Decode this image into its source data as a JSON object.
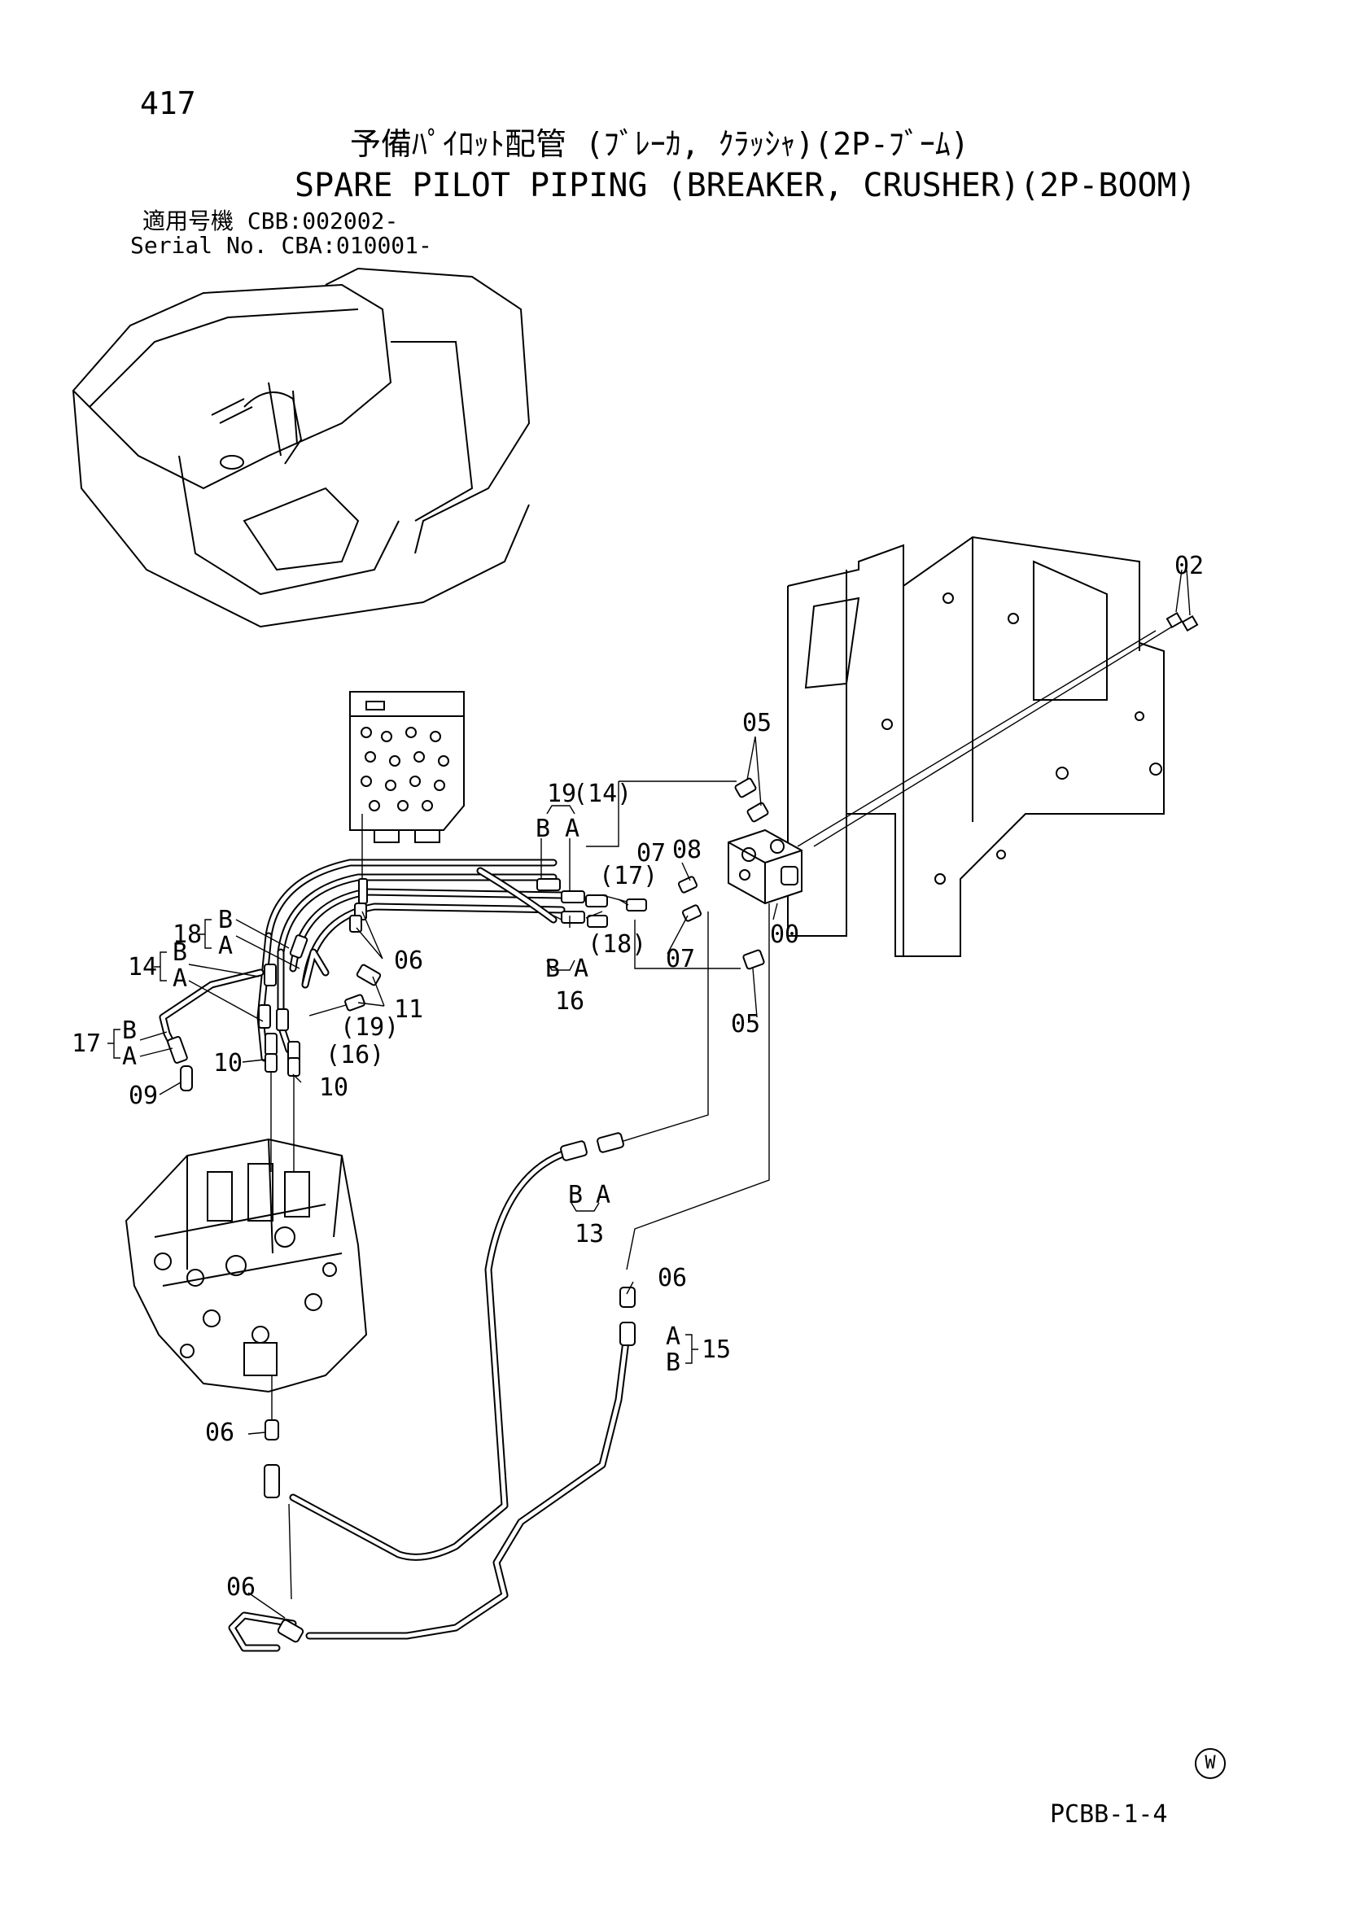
{
  "header": {
    "page_number": "417",
    "title_jp": "予備ﾊﾟｲﾛｯﾄ配管 (ﾌﾞﾚｰｶ, ｸﾗｯｼｬ)(2P-ﾌﾞｰﾑ)",
    "title_en": "SPARE PILOT PIPING (BREAKER, CRUSHER)(2P-BOOM)",
    "serial_label_jp": "適用号機",
    "serial_value_1": "CBB:002002-",
    "serial_label_en": "Serial No.",
    "serial_value_2": "CBA:010001-"
  },
  "callouts": {
    "c00": "00",
    "c02": "02",
    "c05a": "05",
    "c05b": "05",
    "c06a": "06",
    "c06b": "06",
    "c06c": "06",
    "c06d": "06",
    "c07a": "07",
    "c07b": "07",
    "c08": "08",
    "c09": "09",
    "c10a": "10",
    "c10b": "10",
    "c11": "11",
    "c13": "13",
    "c14": "14",
    "c14p": "(14)",
    "c15": "15",
    "c16": "16",
    "c16p": "(16)",
    "c17": "17",
    "c17p": "(17)",
    "c18": "18",
    "c18p": "(18)",
    "c19": "19",
    "c19p": "(19)"
  },
  "hose_ends": {
    "a": "A",
    "b": "B"
  },
  "footer": {
    "code": "PCBB-1-4",
    "mark": "W"
  }
}
